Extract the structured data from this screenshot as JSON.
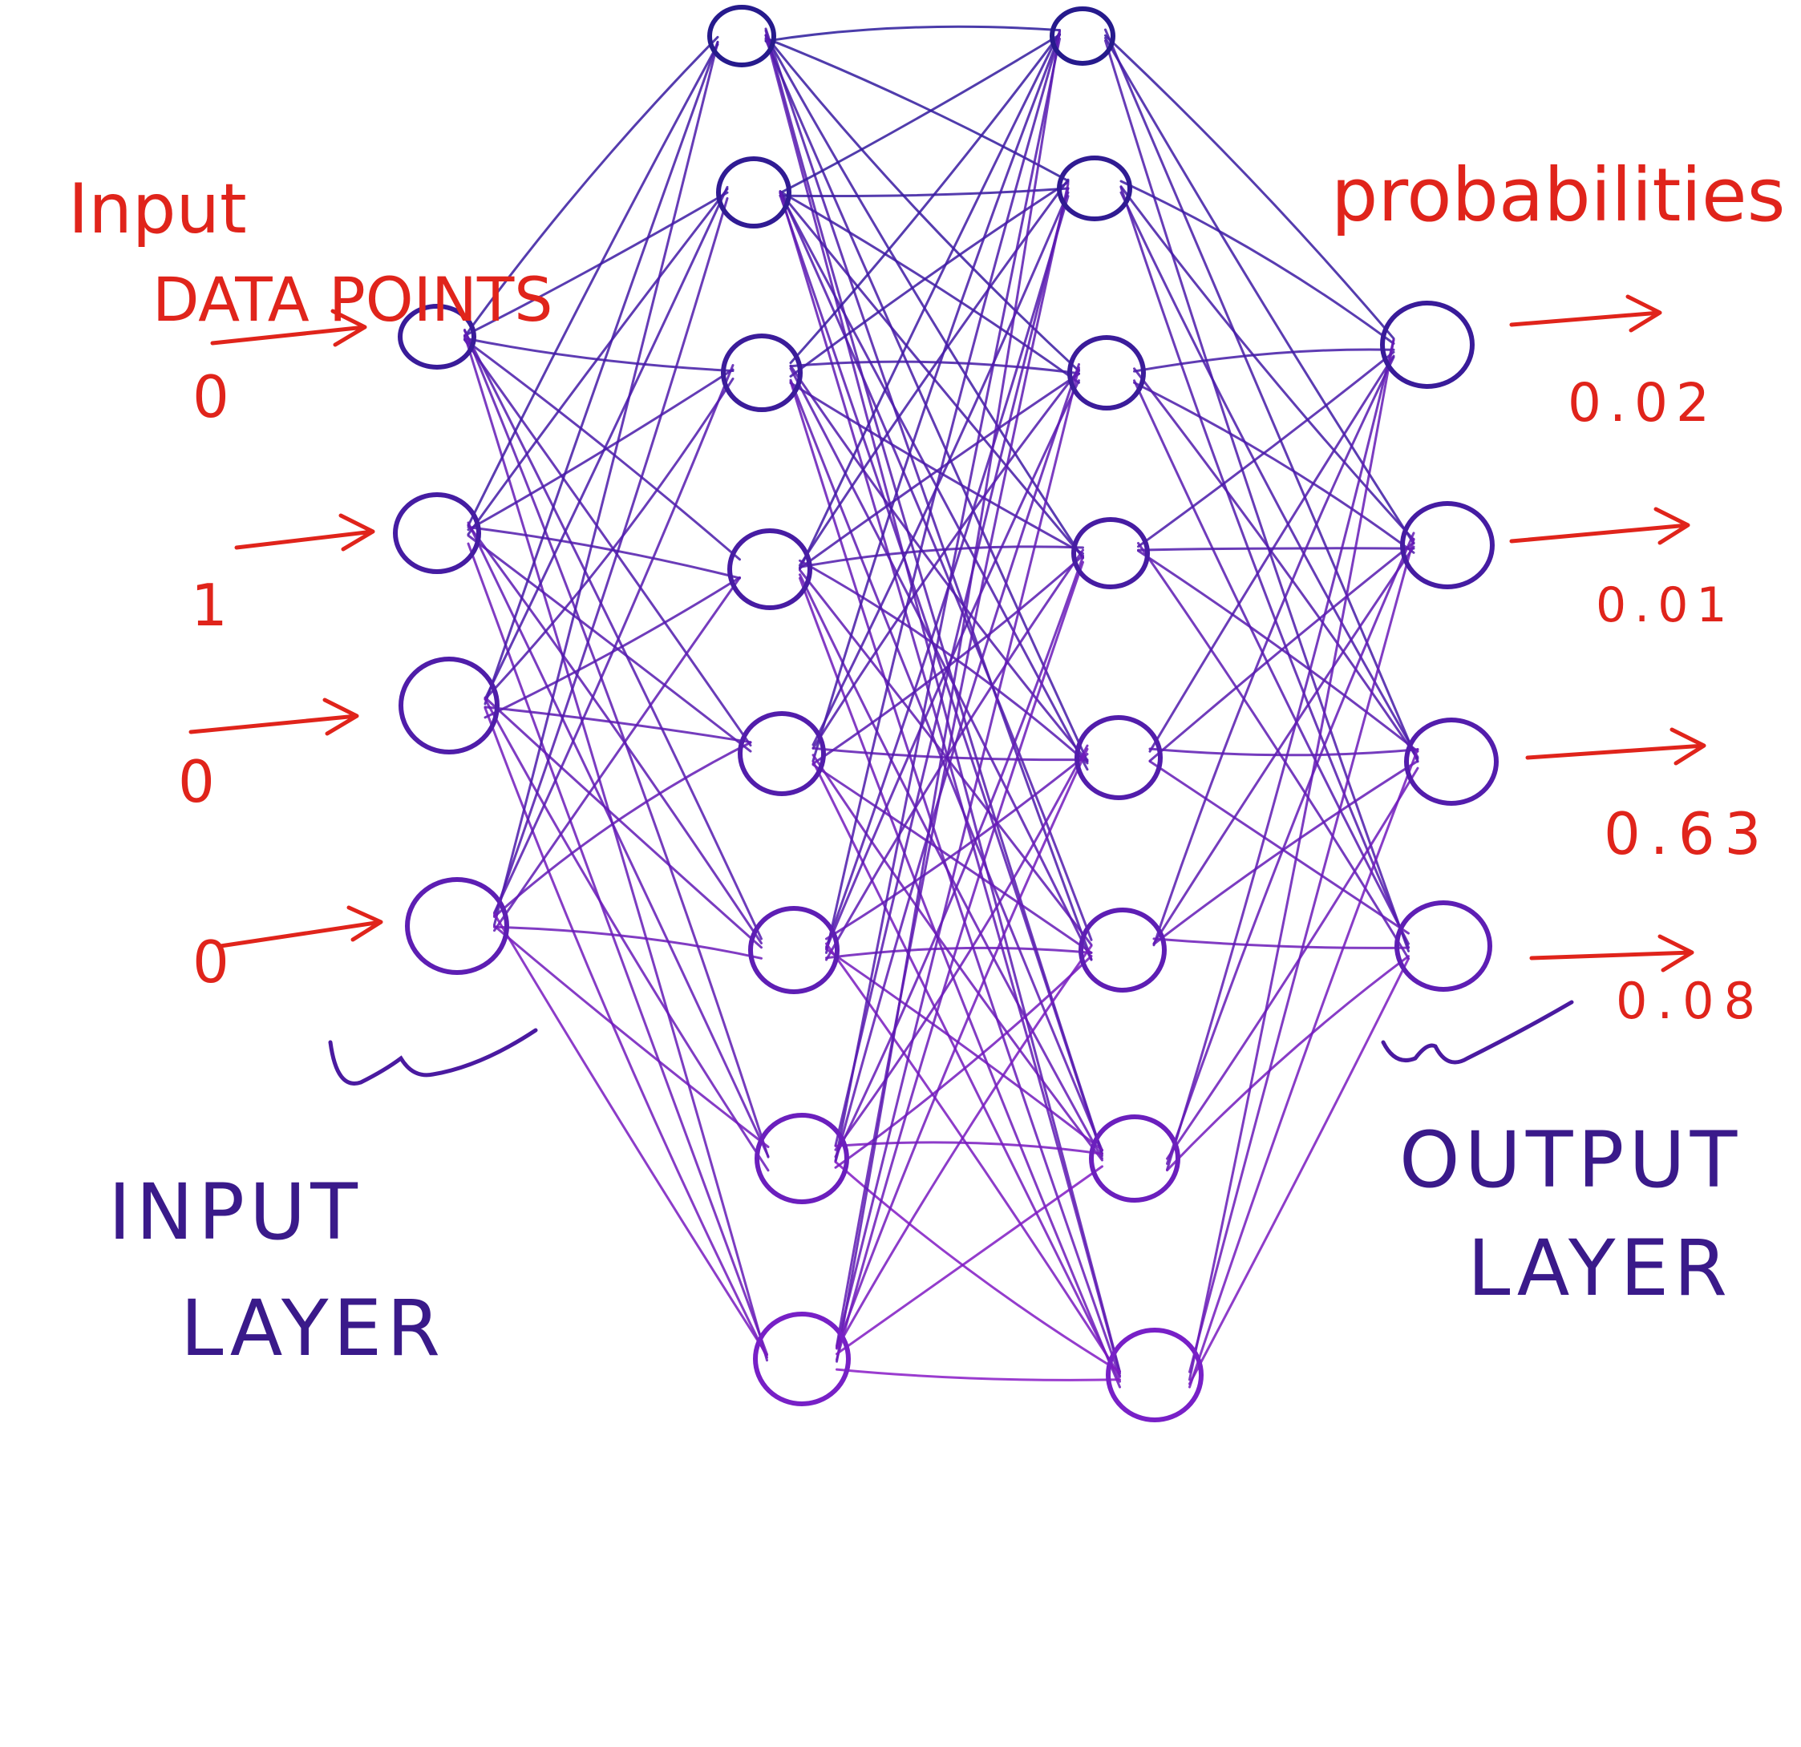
{
  "labels": {
    "input_line1": "Input",
    "input_line2": "DATA POINTS",
    "probabilities": "probabilities",
    "input_layer_line1": "INPUT",
    "input_layer_line2": "LAYER",
    "output_layer_line1": "OUTPUT",
    "output_layer_line2": "LAYER"
  },
  "inputs": [
    "0",
    "1",
    "0",
    "0"
  ],
  "outputs": [
    "0.02",
    "0.01",
    "0.63",
    "0.08"
  ],
  "colors": {
    "annotation_red": "#e0241b",
    "text_blue": "#3a1a8a",
    "edge_top": "#2a1a9a",
    "edge_bottom": "#8a1ac8",
    "node_top": "#241a8a",
    "node_bottom": "#7a20c8"
  },
  "layers": [
    {
      "name": "input-layer",
      "size": 4
    },
    {
      "name": "hidden-layer-1",
      "size": 8
    },
    {
      "name": "hidden-layer-2",
      "size": 8
    },
    {
      "name": "output-layer",
      "size": 4
    }
  ]
}
